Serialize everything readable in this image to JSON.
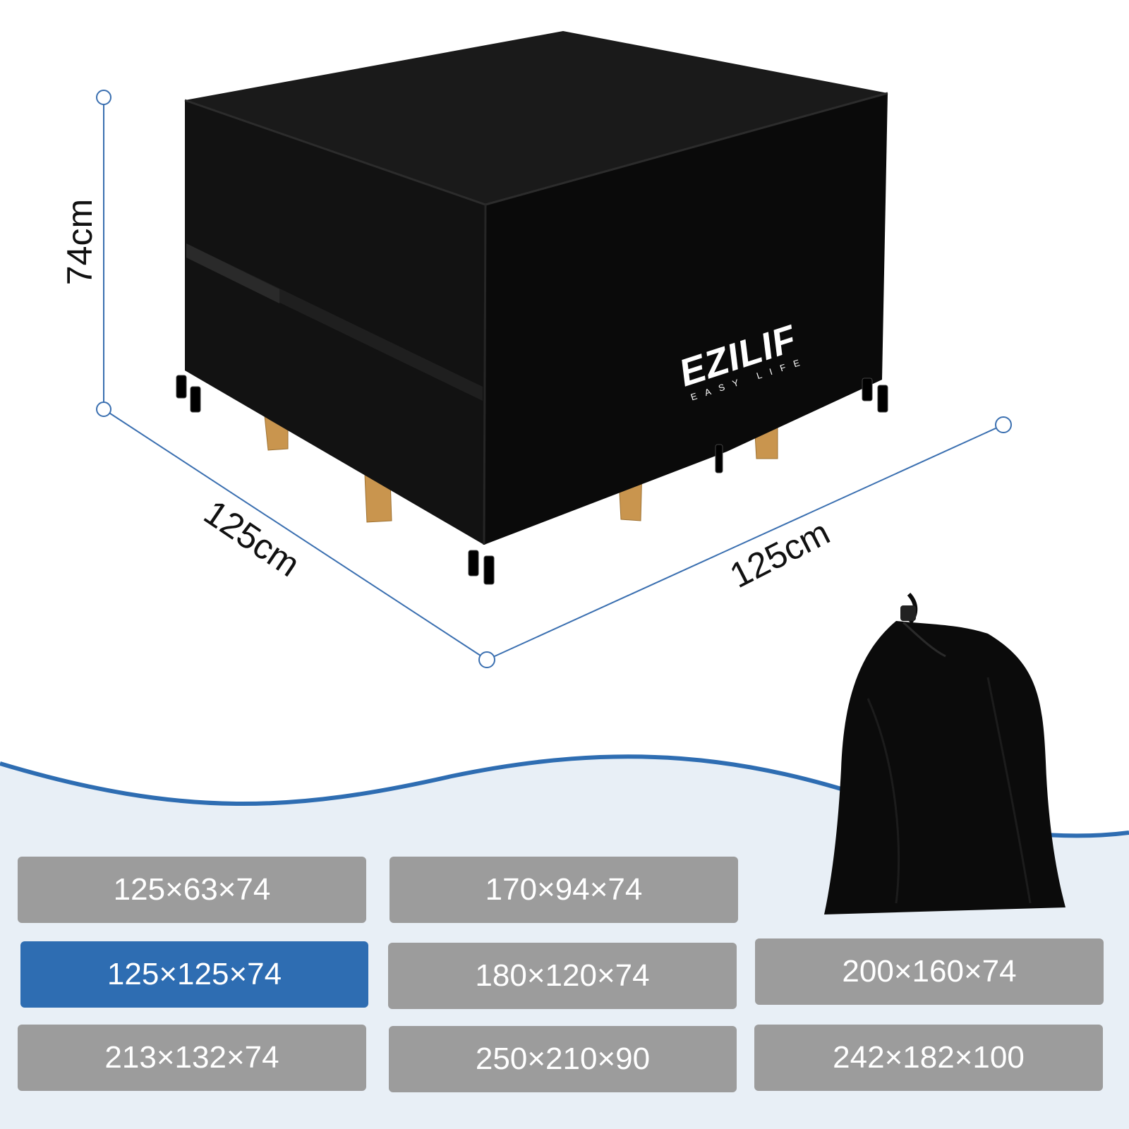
{
  "dimensions": {
    "height": "74cm",
    "depth": "125cm",
    "width": "125cm"
  },
  "brand": {
    "logo_text": "EZILIF",
    "tagline": "EASY LIFE"
  },
  "colors": {
    "accent": "#2e6db2",
    "wave_fill": "#e8eff6",
    "button_gray": "#9c9c9c",
    "cover": "#0d0d0d"
  },
  "sizes": [
    {
      "label": "125×63×74",
      "selected": false
    },
    {
      "label": "170×94×74",
      "selected": false
    },
    {
      "label": "125×125×74",
      "selected": true
    },
    {
      "label": "180×120×74",
      "selected": false
    },
    {
      "label": "200×160×74",
      "selected": false
    },
    {
      "label": "213×132×74",
      "selected": false
    },
    {
      "label": "250×210×90",
      "selected": false
    },
    {
      "label": "242×182×100",
      "selected": false
    }
  ]
}
